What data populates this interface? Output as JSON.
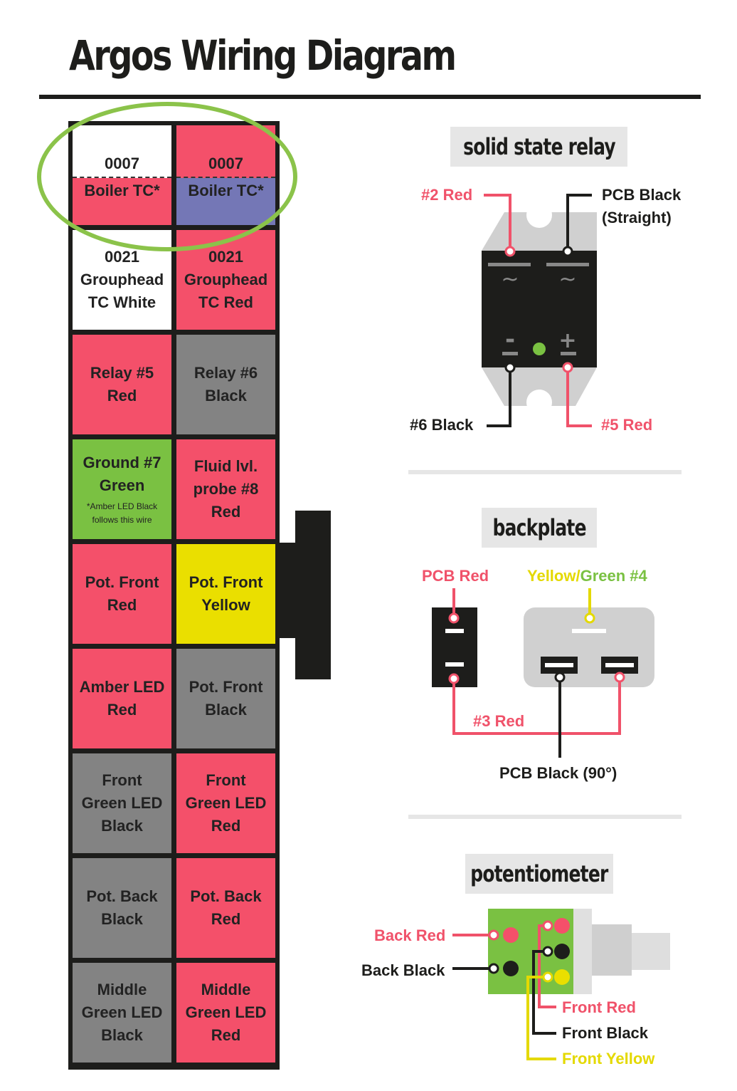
{
  "title": "Argos Wiring Diagram",
  "colors": {
    "red": "#f4506a",
    "gray": "#838383",
    "white": "#ffffff",
    "green": "#7ac142",
    "yellow": "#eadf00",
    "purple": "#7477b6",
    "black": "#1d1d1b",
    "highlight": "#8bc34a"
  },
  "pin_grid": {
    "rows": [
      {
        "left": {
          "top": "0007",
          "bottom": "Boiler TC*",
          "top_color": "white",
          "bottom_color": "red"
        },
        "right": {
          "top": "0007",
          "bottom": "Boiler TC*",
          "top_color": "red",
          "bottom_color": "purple"
        }
      },
      {
        "left": {
          "lines": [
            "0021",
            "Grouphead",
            "TC White"
          ],
          "color": "white"
        },
        "right": {
          "lines": [
            "0021",
            "Grouphead",
            "TC Red"
          ],
          "color": "red"
        }
      },
      {
        "left": {
          "lines": [
            "Relay #5",
            "Red"
          ],
          "color": "red"
        },
        "right": {
          "lines": [
            "Relay #6",
            "Black"
          ],
          "color": "gray"
        }
      },
      {
        "left": {
          "lines": [
            "Ground #7",
            "Green"
          ],
          "note": [
            "*Amber LED Black",
            "follows this wire"
          ],
          "color": "green"
        },
        "right": {
          "lines": [
            "Fluid lvl.",
            "probe #8",
            "Red"
          ],
          "color": "red"
        }
      },
      {
        "left": {
          "lines": [
            "Pot. Front",
            "Red"
          ],
          "color": "red"
        },
        "right": {
          "lines": [
            "Pot. Front",
            "Yellow"
          ],
          "color": "yellow"
        }
      },
      {
        "left": {
          "lines": [
            "Amber LED",
            "Red"
          ],
          "color": "red"
        },
        "right": {
          "lines": [
            "Pot. Front",
            "Black"
          ],
          "color": "gray"
        }
      },
      {
        "left": {
          "lines": [
            "Front",
            "Green LED",
            "Black"
          ],
          "color": "gray"
        },
        "right": {
          "lines": [
            "Front",
            "Green LED",
            "Red"
          ],
          "color": "red"
        }
      },
      {
        "left": {
          "lines": [
            "Pot. Back",
            "Black"
          ],
          "color": "gray"
        },
        "right": {
          "lines": [
            "Pot. Back",
            "Red"
          ],
          "color": "red"
        }
      },
      {
        "left": {
          "lines": [
            "Middle",
            "Green LED",
            "Black"
          ],
          "color": "gray"
        },
        "right": {
          "lines": [
            "Middle",
            "Green LED",
            "Red"
          ],
          "color": "red"
        }
      }
    ]
  },
  "relay": {
    "heading": "solid state relay",
    "symbol_ac": "~",
    "symbol_minus": "-",
    "symbol_plus": "+",
    "label_2": "#2 Red",
    "label_pcb_line1": "PCB Black",
    "label_pcb_line2": "(Straight)",
    "label_6": "#6 Black",
    "label_5": "#5 Red"
  },
  "backplate": {
    "heading": "backplate",
    "label_pcb_red": "PCB Red",
    "label_yellow": "Yellow/",
    "label_green": "Green #4",
    "label_3": "#3 Red",
    "label_pcb_black": "PCB Black (90°)"
  },
  "potentiometer": {
    "heading": "potentiometer",
    "label_back_red": "Back Red",
    "label_back_black": "Back Black",
    "label_front_red": "Front Red",
    "label_front_black": "Front Black",
    "label_front_yellow": "Front Yellow"
  }
}
